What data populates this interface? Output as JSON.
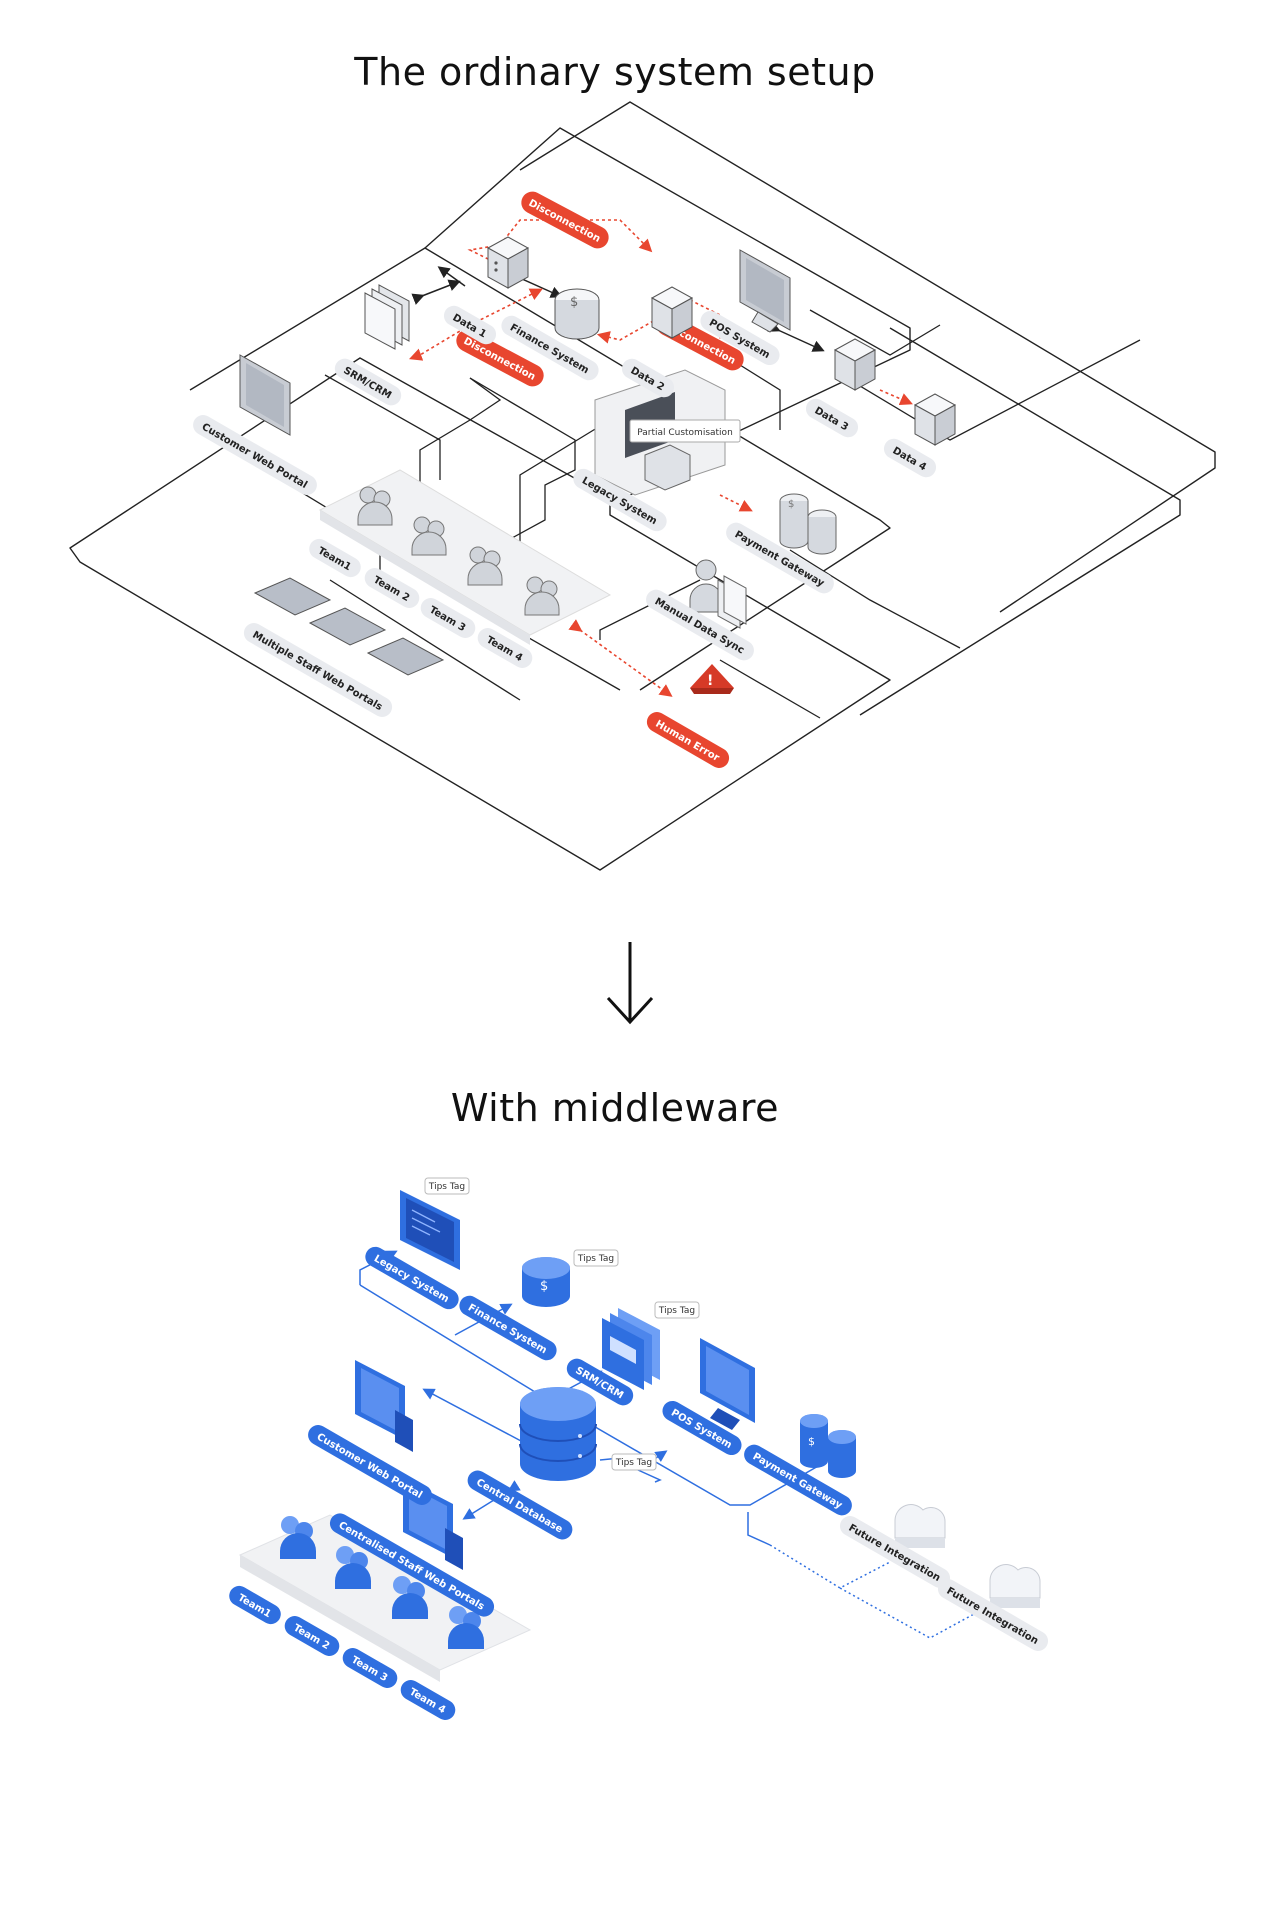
{
  "titles": {
    "top": "The ordinary system setup",
    "bottom": "With middleware"
  },
  "colors": {
    "line": "#222222",
    "red": "#e8462f",
    "blue": "#2f6fe0",
    "blue_light": "#6e9ff5",
    "grey_pill": "#e9ebef",
    "platform": "#f1f2f4"
  },
  "ordinary": {
    "disconnection_labels": [
      "Disconnection",
      "Disconnection",
      "Disconnection"
    ],
    "nodes": {
      "data1": "Data 1",
      "data2": "Data 2",
      "data3": "Data 3",
      "data4": "Data 4",
      "srm_crm": "SRM/CRM",
      "finance_system": "Finance System",
      "pos_system": "POS System",
      "customer_web_portal": "Customer Web Portal",
      "legacy_system": "Legacy System",
      "partial_customisation": "Partial Customisation",
      "payment_gateway": "Payment Gateway",
      "manual_data_sync": "Manual Data Sync",
      "human_error": "Human Error",
      "staff_portals": "Multiple Staff Web Portals"
    },
    "teams": [
      "Team1",
      "Team 2",
      "Team 3",
      "Team 4"
    ]
  },
  "middleware": {
    "nodes": {
      "legacy_system": "Legacy System",
      "finance_system": "Finance System",
      "srm_crm": "SRM/CRM",
      "pos_system": "POS System",
      "payment_gateway": "Payment Gateway",
      "future_integration_1": "Future Integration",
      "future_integration_2": "Future Integration",
      "customer_web_portal": "Customer Web Portal",
      "central_database": "Central Database",
      "staff_portals": "Centralised Staff Web Portals"
    },
    "tips": [
      "Tips Tag",
      "Tips Tag",
      "Tips Tag",
      "Tips Tag"
    ],
    "teams": [
      "Team1",
      "Team 2",
      "Team 3",
      "Team 4"
    ]
  }
}
